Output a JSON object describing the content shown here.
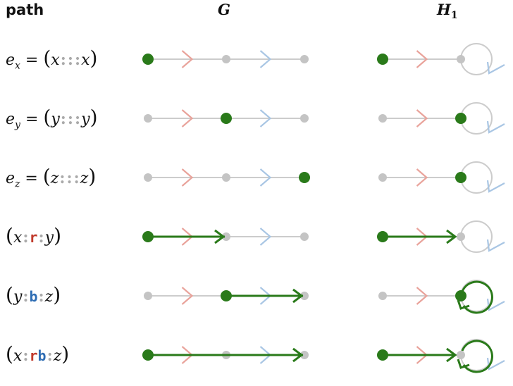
{
  "headers": {
    "path": "path",
    "g": "G",
    "h_main": "H",
    "h_sub": "1"
  },
  "rows": [
    {
      "label": {
        "pre": "e",
        "sub": "x",
        "eq": " = ",
        "open": "(",
        "a": "x",
        "word": "",
        "b": "x",
        "close": ")"
      }
    },
    {
      "label": {
        "pre": "e",
        "sub": "y",
        "eq": " = ",
        "open": "(",
        "a": "y",
        "word": "",
        "b": "y",
        "close": ")"
      }
    },
    {
      "label": {
        "pre": "e",
        "sub": "z",
        "eq": " = ",
        "open": "(",
        "a": "z",
        "word": "",
        "b": "z",
        "close": ")"
      }
    },
    {
      "label": {
        "pre": "",
        "sub": "",
        "eq": "",
        "open": "(",
        "a": "x",
        "word": "r",
        "b": "y",
        "close": ")"
      }
    },
    {
      "label": {
        "pre": "",
        "sub": "",
        "eq": "",
        "open": "(",
        "a": "y",
        "word": "b",
        "b": "z",
        "close": ")"
      }
    },
    {
      "label": {
        "pre": "",
        "sub": "",
        "eq": "",
        "open": "(",
        "a": "x",
        "word": "rb",
        "b": "z",
        "close": ")"
      }
    }
  ],
  "separator": ":",
  "word_letters": {
    "r": "r",
    "b": "b"
  },
  "colors": {
    "edge": "#cccccc",
    "vertex": "#c4c4c4",
    "path": "#2a7a1a",
    "red": "#e9a39b",
    "blue": "#a9c6e4",
    "red_text": "#c0392b",
    "blue_text": "#2e6db4"
  },
  "graphs": {
    "G": {
      "vertices": [
        "x",
        "y",
        "z"
      ],
      "edges": [
        {
          "from": "x",
          "to": "y",
          "label": "r"
        },
        {
          "from": "y",
          "to": "z",
          "label": "b"
        }
      ]
    },
    "H1": {
      "vertices": [
        "x",
        "y=z"
      ],
      "edges": [
        {
          "from": "x",
          "to": "y=z",
          "label": "r"
        },
        {
          "from": "y=z",
          "to": "y=z",
          "label": "b",
          "loop": true
        }
      ]
    }
  },
  "highlights": [
    {
      "G": {
        "dot": "x",
        "path": []
      },
      "H1": {
        "dot": "x",
        "path": []
      }
    },
    {
      "G": {
        "dot": "y",
        "path": []
      },
      "H1": {
        "dot": "y=z",
        "path": []
      }
    },
    {
      "G": {
        "dot": "z",
        "path": []
      },
      "H1": {
        "dot": "y=z",
        "path": []
      }
    },
    {
      "G": {
        "dot": "x",
        "path": [
          "r"
        ]
      },
      "H1": {
        "dot": "x",
        "path": [
          "r"
        ]
      }
    },
    {
      "G": {
        "dot": "y",
        "path": [
          "b"
        ]
      },
      "H1": {
        "dot": "y=z",
        "path": [
          "b"
        ]
      }
    },
    {
      "G": {
        "dot": "x",
        "path": [
          "r",
          "b"
        ]
      },
      "H1": {
        "dot": "x",
        "path": [
          "r",
          "b"
        ]
      }
    }
  ]
}
